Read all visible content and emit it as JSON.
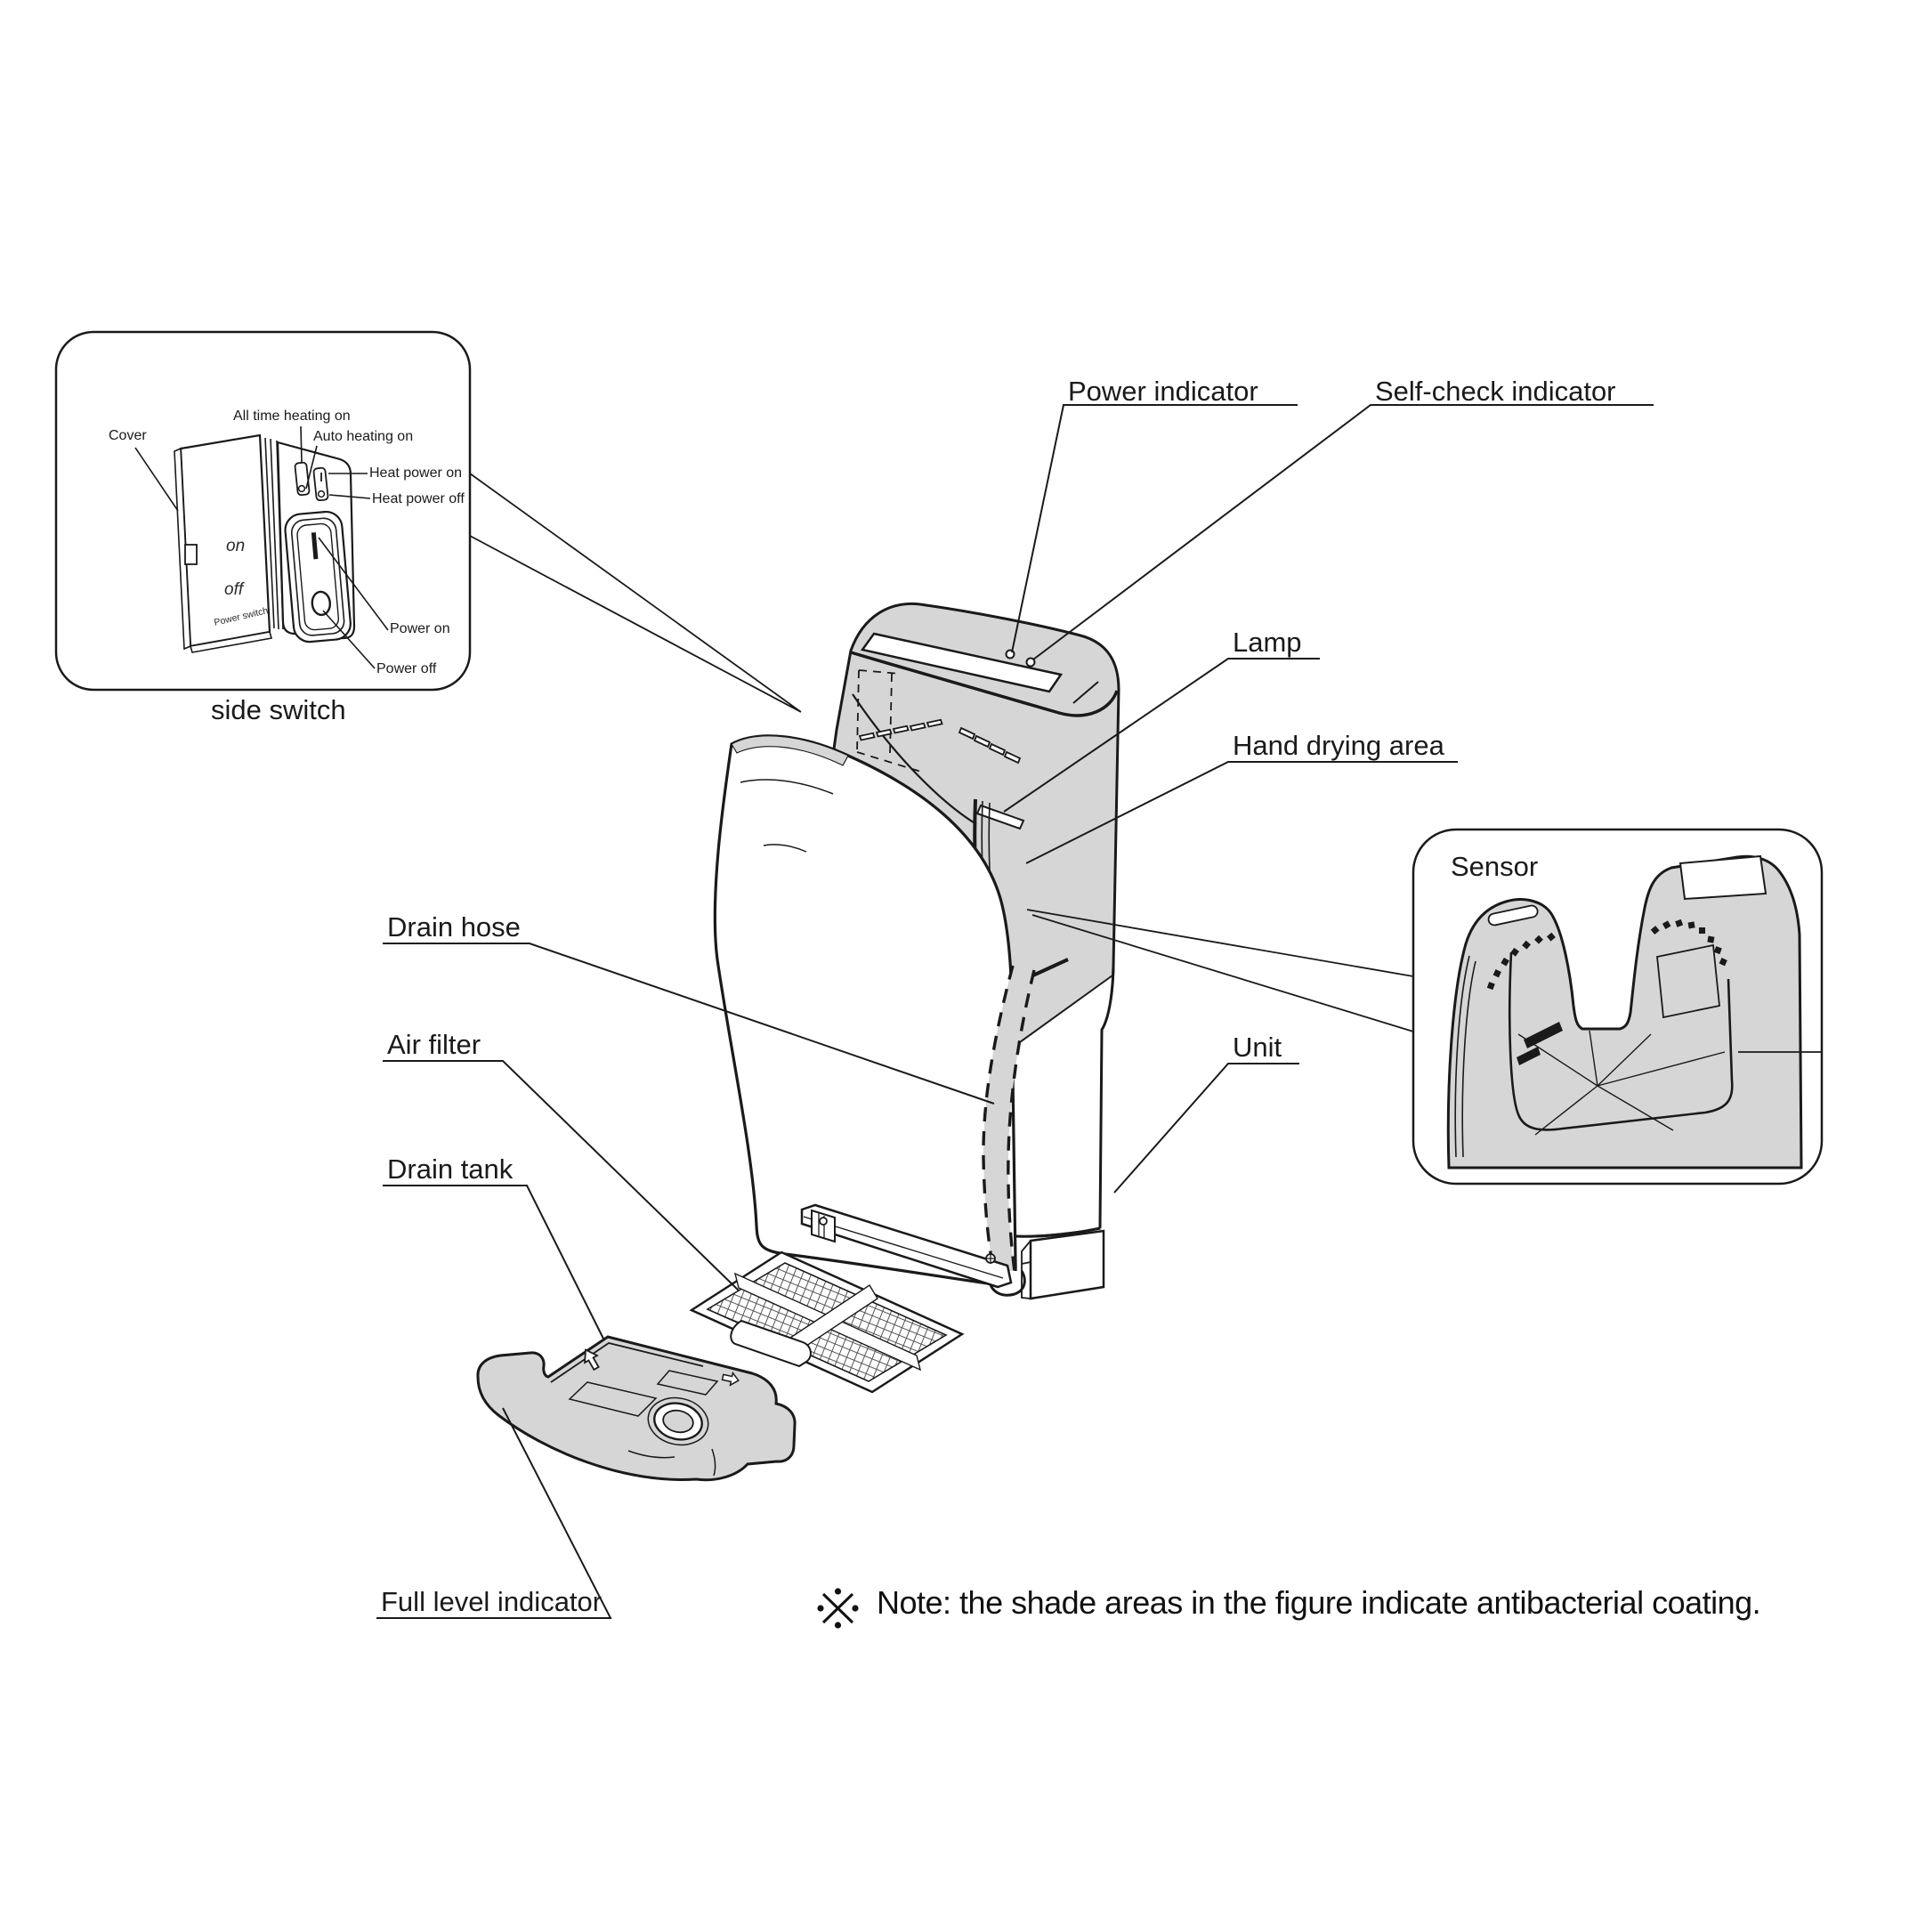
{
  "figure": {
    "type": "exploded parts diagram of a vertical jet hand dryer",
    "colors": {
      "line": "#1a1a1a",
      "coating_shade": "#d6d6d6",
      "background": "#ffffff"
    }
  },
  "labels": {
    "power_indicator": "Power indicator",
    "self_check_indicator": "Self-check indicator",
    "lamp": "Lamp",
    "hand_drying_area": "Hand drying area",
    "unit": "Unit",
    "drain_hose": "Drain hose",
    "air_filter": "Air filter",
    "drain_tank": "Drain tank",
    "full_level_indicator": "Full level indicator"
  },
  "side_switch_inset": {
    "title": "side switch",
    "labels": {
      "cover": "Cover",
      "all_time_heating_on": "All time heating on",
      "auto_heating_on": "Auto heating on",
      "heat_power_on": "Heat power on",
      "heat_power_off": "Heat power off",
      "on": "on",
      "off": "off",
      "power_switch": "Power switch",
      "power_on": "Power on",
      "power_off": "Power off"
    }
  },
  "sensor_inset": {
    "title": "Sensor"
  },
  "note": {
    "symbol": "※",
    "text": "Note: the shade areas in the figure indicate antibacterial coating."
  }
}
